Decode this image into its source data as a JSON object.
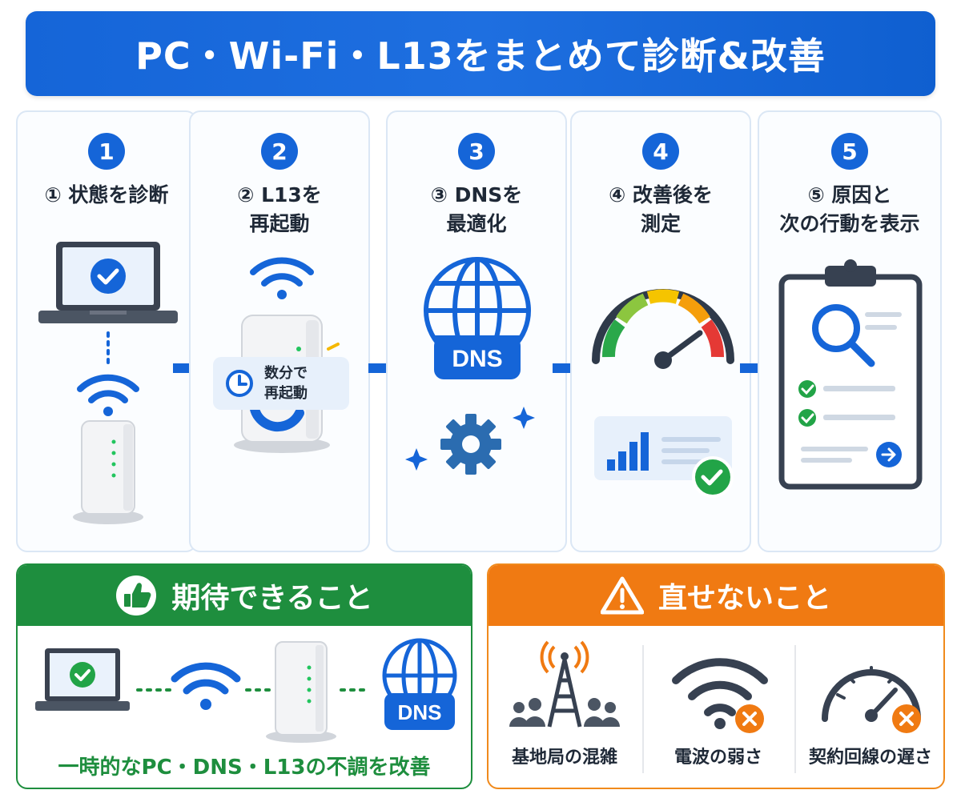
{
  "header": {
    "title": "PC・Wi-Fi・L13をまとめて診断&改善"
  },
  "steps": [
    {
      "number": "1",
      "title": "① 状態を診断"
    },
    {
      "number": "2",
      "title": "② L13を\n再起動",
      "badge": "数分で\n再起動"
    },
    {
      "number": "3",
      "title": "③ DNSを\n最適化",
      "tag": "DNS"
    },
    {
      "number": "4",
      "title": "④ 改善後を\n測定"
    },
    {
      "number": "5",
      "title": "⑤ 原因と\n次の行動を表示"
    }
  ],
  "expect": {
    "title": "期待できること",
    "dns_tag": "DNS",
    "caption": "一時的なPC・DNS・L13の不調を改善"
  },
  "cannot": {
    "title": "直せないこと",
    "items": [
      {
        "label": "基地局の混雑",
        "icon": "cell-tower-icon"
      },
      {
        "label": "電波の弱さ",
        "icon": "weak-wifi-icon"
      },
      {
        "label": "契約回線の遅さ",
        "icon": "speedometer-icon"
      }
    ]
  },
  "colors": {
    "primary": "#1565d8",
    "green": "#1e8e3e",
    "orange": "#f07a12"
  }
}
